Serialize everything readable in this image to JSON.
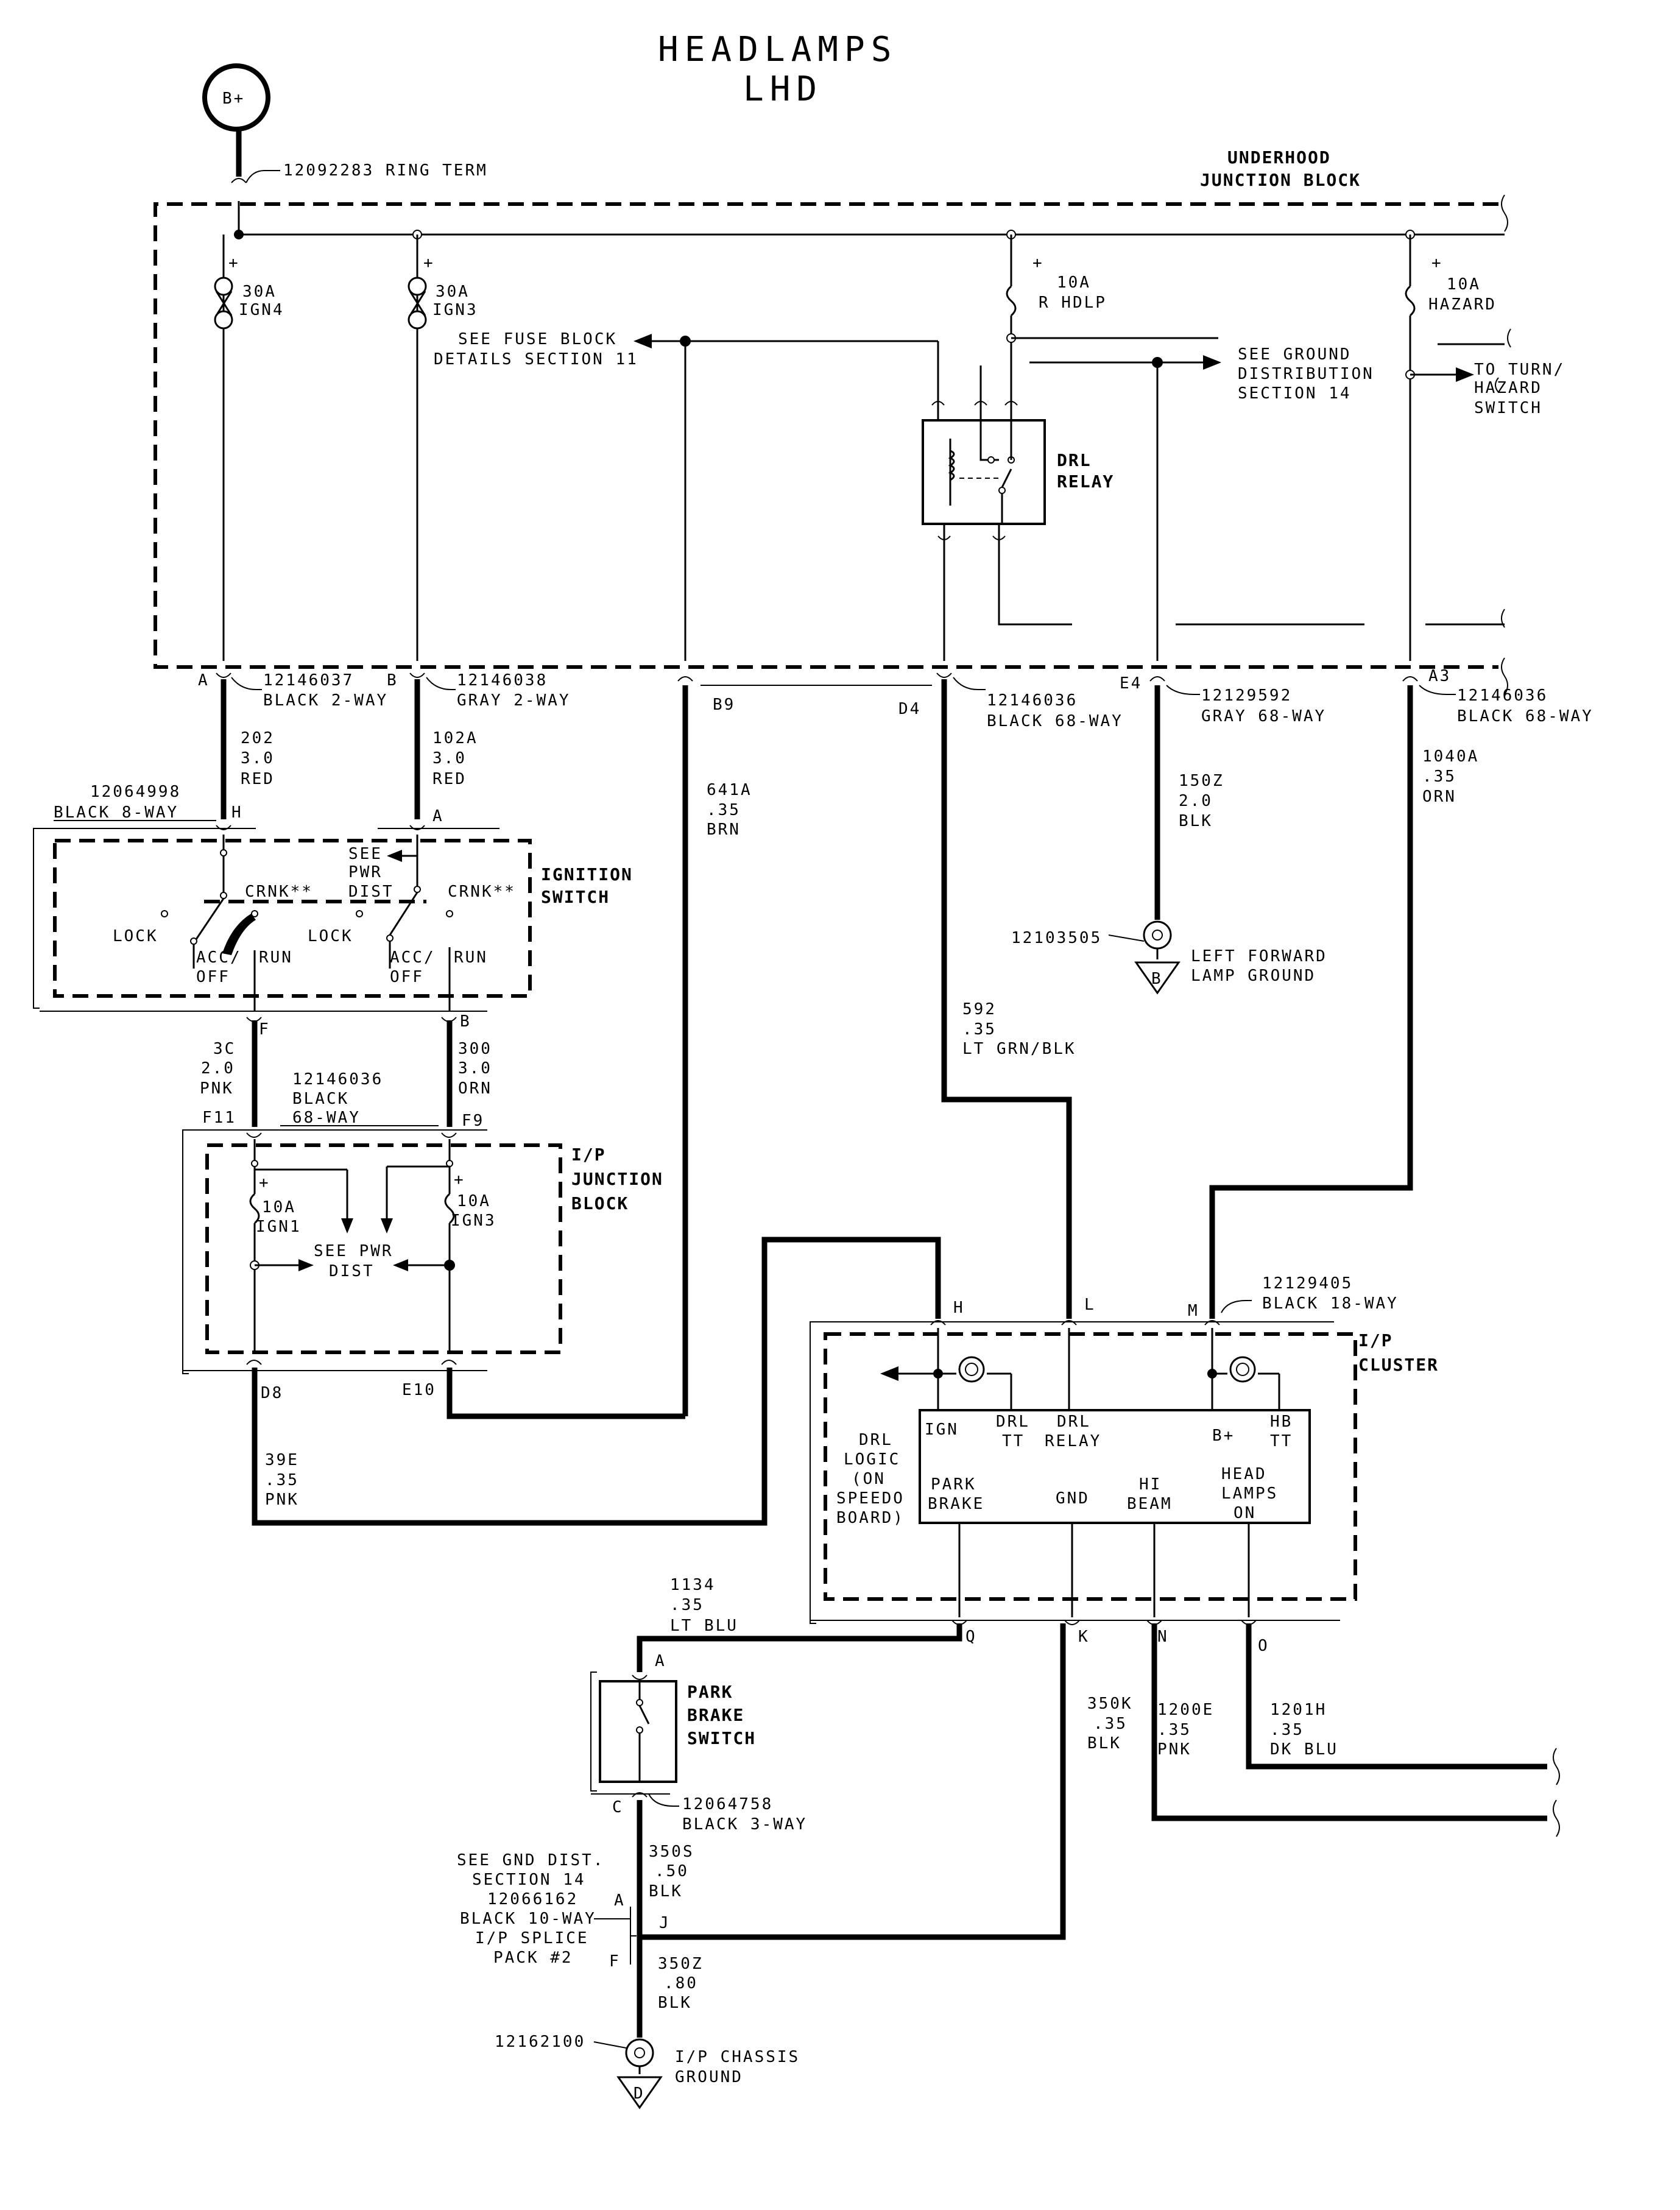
{
  "title": {
    "line1": "HEADLAMPS",
    "line2": "LHD"
  },
  "battery": {
    "label": "B+",
    "terminal": "12092283 RING TERM"
  },
  "underhood": {
    "title1": "UNDERHOOD",
    "title2": "JUNCTION BLOCK",
    "fuse1": {
      "rating": "30A",
      "name": "IGN4",
      "plus": "+"
    },
    "fuse2": {
      "rating": "30A",
      "name": "IGN3",
      "plus": "+"
    },
    "fuse3": {
      "rating": "10A",
      "name": "R HDLP",
      "plus": "+"
    },
    "fuse4": {
      "rating": "10A",
      "name": "HAZARD",
      "plus": "+"
    },
    "see_fuse_block": [
      "SEE FUSE BLOCK",
      "DETAILS SECTION 11"
    ],
    "see_ground": [
      "SEE GROUND",
      "DISTRIBUTION",
      "SECTION 14"
    ],
    "to_turn": [
      "TO TURN/",
      "HAZARD",
      "SWITCH"
    ],
    "relay": [
      "DRL",
      "RELAY"
    ]
  },
  "connectors_top": {
    "a_pin": "A",
    "a_part": "12146037",
    "a_desc": "BLACK 2-WAY",
    "b_pin": "B",
    "b_part": "12146038",
    "b_desc": "GRAY 2-WAY",
    "b9": "B9",
    "d4": "D4",
    "d4_part": "12146036",
    "d4_desc": "BLACK 68-WAY",
    "e4": "E4",
    "e4_part": "12129592",
    "e4_desc": "GRAY 68-WAY",
    "a3": "A3",
    "a3_part": "12146036",
    "a3_desc": "BLACK 68-WAY"
  },
  "wires": {
    "w202": [
      "202",
      "3.0",
      "RED"
    ],
    "w102a": [
      "102A",
      "3.0",
      "RED"
    ],
    "w641a": [
      "641A",
      ".35",
      "BRN"
    ],
    "w150z": [
      "150Z",
      "2.0",
      "BLK"
    ],
    "w1040a": [
      "1040A",
      ".35",
      "ORN"
    ],
    "w592": [
      "592",
      ".35",
      "LT GRN/BLK"
    ],
    "w3c": [
      "3C",
      "2.0",
      "PNK"
    ],
    "w300": [
      "300",
      "3.0",
      "ORN"
    ],
    "w39e": [
      "39E",
      ".35",
      "PNK"
    ],
    "w1134": [
      "1134",
      ".35",
      "LT BLU"
    ],
    "w350k": [
      "350K",
      ".35",
      "BLK"
    ],
    "w1200e": [
      "1200E",
      ".35",
      "PNK"
    ],
    "w1201h": [
      "1201H",
      ".35",
      "DK BLU"
    ],
    "w350s": [
      "350S",
      ".50",
      "BLK"
    ],
    "w350z": [
      "350Z",
      ".80",
      "BLK"
    ]
  },
  "ground_left": {
    "part": "12103505",
    "label1": "LEFT FORWARD",
    "label2": "LAMP GROUND",
    "id": "B"
  },
  "ignition": {
    "part": "12064998",
    "desc": "BLACK 8-WAY",
    "h": "H",
    "a": "A",
    "title1": "IGNITION",
    "title2": "SWITCH",
    "see_pwr": [
      "SEE",
      "PWR",
      "DIST"
    ],
    "lock1": "LOCK",
    "crnk1": "CRNK**",
    "acc1": [
      "ACC/",
      "OFF"
    ],
    "run1": "RUN",
    "lock2": "LOCK",
    "crnk2": "CRNK**",
    "acc2": [
      "ACC/",
      "OFF"
    ],
    "run2": "RUN",
    "f": "F",
    "b": "B"
  },
  "ipjb": {
    "part": "12146036",
    "desc1": "BLACK",
    "desc2": "68-WAY",
    "f11": "F11",
    "f9": "F9",
    "d8": "D8",
    "e10": "E10",
    "title": [
      "I/P",
      "JUNCTION",
      "BLOCK"
    ],
    "fuse1": {
      "rating": "10A",
      "name": "IGN1",
      "plus": "+"
    },
    "fuse2": {
      "rating": "10A",
      "name": "IGN3",
      "plus": "+"
    },
    "see_pwr": [
      "SEE PWR",
      "DIST"
    ]
  },
  "cluster": {
    "part": "12129405",
    "desc": "BLACK 18-WAY",
    "h": "H",
    "l": "L",
    "m": "M",
    "q": "Q",
    "k": "K",
    "n": "N",
    "o": "O",
    "title": [
      "I/P",
      "CLUSTER"
    ],
    "drl_logic": [
      "DRL",
      "LOGIC",
      "(ON",
      "SPEEDO",
      "BOARD)"
    ],
    "ign": "IGN",
    "drl_tt": [
      "DRL",
      "TT"
    ],
    "drl_relay": [
      "DRL",
      "RELAY"
    ],
    "bplus": "B+",
    "hb_tt": [
      "HB",
      "TT"
    ],
    "park_brake": [
      "PARK",
      "BRAKE"
    ],
    "gnd": "GND",
    "hi_beam": [
      "HI",
      "BEAM"
    ],
    "head_lamps": [
      "HEAD",
      "LAMPS",
      "ON"
    ]
  },
  "park_switch": {
    "title": [
      "PARK",
      "BRAKE",
      "SWITCH"
    ],
    "a": "A",
    "c": "C",
    "part": "12064758",
    "desc": "BLACK 3-WAY"
  },
  "splice": {
    "lines": [
      "SEE GND DIST.",
      "SECTION 14",
      "12066162",
      "BLACK 10-WAY",
      "I/P SPLICE",
      "PACK #2"
    ],
    "a": "A",
    "f": "F",
    "j": "J"
  },
  "ground_ip": {
    "part": "12162100",
    "label1": "I/P CHASSIS",
    "label2": "GROUND",
    "id": "D"
  }
}
